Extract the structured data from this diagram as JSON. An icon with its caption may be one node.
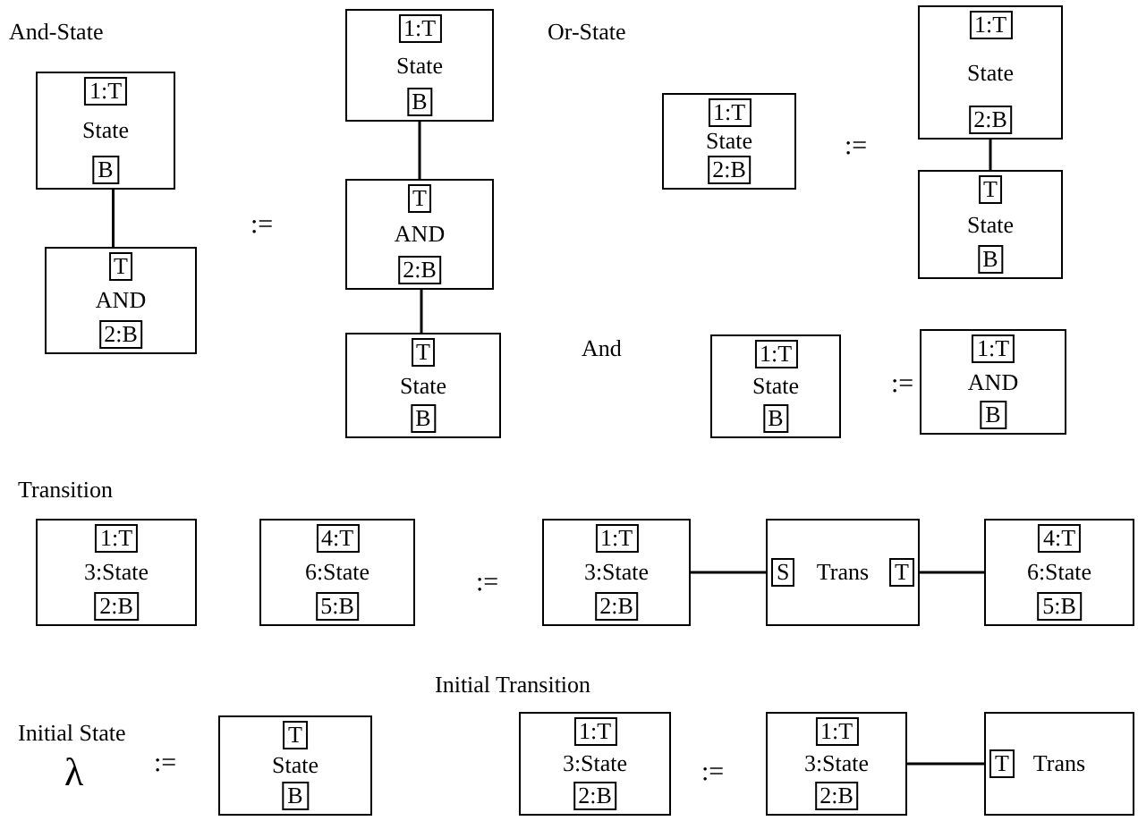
{
  "diagram": {
    "nodes": [
      {
        "text": [
          "State"
        ]
      },
      {
        "text": [
          "1:T"
        ],
        "in": 0
      },
      {
        "text": [
          "B"
        ],
        "in": 0
      },
      {
        "text": [
          "AND"
        ]
      },
      {
        "text": [
          "T"
        ],
        "in": 3
      },
      {
        "text": [
          "2:B"
        ],
        "in": 3
      },
      {
        "text": [
          "State"
        ]
      },
      {
        "text": [
          "1:T"
        ],
        "in": 6
      },
      {
        "text": [
          "B"
        ],
        "in": 6
      },
      {
        "text": [
          "AND"
        ]
      },
      {
        "text": [
          "T"
        ],
        "in": 9
      },
      {
        "text": [
          "2:B"
        ],
        "in": 9
      },
      {
        "text": [
          "State"
        ]
      },
      {
        "text": [
          "T"
        ],
        "in": 12
      },
      {
        "text": [
          "B"
        ],
        "in": 12
      },
      {
        "text": [
          "State"
        ]
      },
      {
        "text": [
          "1:T"
        ],
        "in": 15
      },
      {
        "text": [
          "2:B"
        ],
        "in": 15
      },
      {
        "text": [
          "State"
        ]
      },
      {
        "text": [
          "1:T"
        ],
        "in": 18
      },
      {
        "text": [
          "2:B"
        ],
        "in": 18
      },
      {
        "text": [
          "State"
        ]
      },
      {
        "text": [
          "T"
        ],
        "in": 21
      },
      {
        "text": [
          "B"
        ],
        "in": 21
      },
      {
        "text": [
          "State"
        ]
      },
      {
        "text": [
          "1:T"
        ],
        "in": 24
      },
      {
        "text": [
          "B"
        ],
        "in": 24
      },
      {
        "text": [
          "AND"
        ]
      },
      {
        "text": [
          "1:T"
        ],
        "in": 27
      },
      {
        "text": [
          "B"
        ],
        "in": 27
      },
      {
        "text": [
          "3:State"
        ]
      },
      {
        "text": [
          "1:T"
        ],
        "in": 30
      },
      {
        "text": [
          "2:B"
        ],
        "in": 30
      },
      {
        "text": [
          "6:State"
        ]
      },
      {
        "text": [
          "4:T"
        ],
        "in": 33
      },
      {
        "text": [
          "5:B"
        ],
        "in": 33
      },
      {
        "text": [
          "3:State"
        ]
      },
      {
        "text": [
          "1:T"
        ],
        "in": 36
      },
      {
        "text": [
          "2:B"
        ],
        "in": 36
      },
      {
        "text": [
          "Trans"
        ]
      },
      {
        "text": [
          "S"
        ],
        "in": 39
      },
      {
        "text": [
          "T"
        ],
        "in": 39
      },
      {
        "text": [
          "6:State"
        ]
      },
      {
        "text": [
          "4:T"
        ],
        "in": 42
      },
      {
        "text": [
          "5:B"
        ],
        "in": 42
      },
      {
        "text": [
          "State"
        ]
      },
      {
        "text": [
          "T"
        ],
        "in": 45
      },
      {
        "text": [
          "B"
        ],
        "in": 45
      },
      {
        "text": [
          "3:State"
        ]
      },
      {
        "text": [
          "1:T"
        ],
        "in": 48
      },
      {
        "text": [
          "2:B"
        ],
        "in": 48
      },
      {
        "text": [
          "3:State"
        ]
      },
      {
        "text": [
          "1:T"
        ],
        "in": 51
      },
      {
        "text": [
          "2:B"
        ],
        "in": 51
      },
      {
        "text": [
          "Trans"
        ]
      },
      {
        "text": [
          "T"
        ],
        "in": 54
      }
    ],
    "edges": [
      {
        "from": 2,
        "to": 4,
        "arrow": "none"
      },
      {
        "from": 8,
        "to": 10,
        "arrow": "none"
      },
      {
        "from": 11,
        "to": 13,
        "arrow": "none"
      },
      {
        "from": 20,
        "to": 22,
        "arrow": "none"
      },
      {
        "from": 36,
        "to": 40,
        "arrow": "none"
      },
      {
        "from": 41,
        "to": 42,
        "arrow": "none"
      },
      {
        "from": 51,
        "to": 55,
        "arrow": "none"
      }
    ],
    "labels": [
      "And-State",
      ":=",
      "Or-State",
      ":=",
      "And",
      ":=",
      "Transition",
      ":=",
      "Initial State",
      "λ",
      ":=",
      "Initial Transition",
      ":="
    ]
  }
}
